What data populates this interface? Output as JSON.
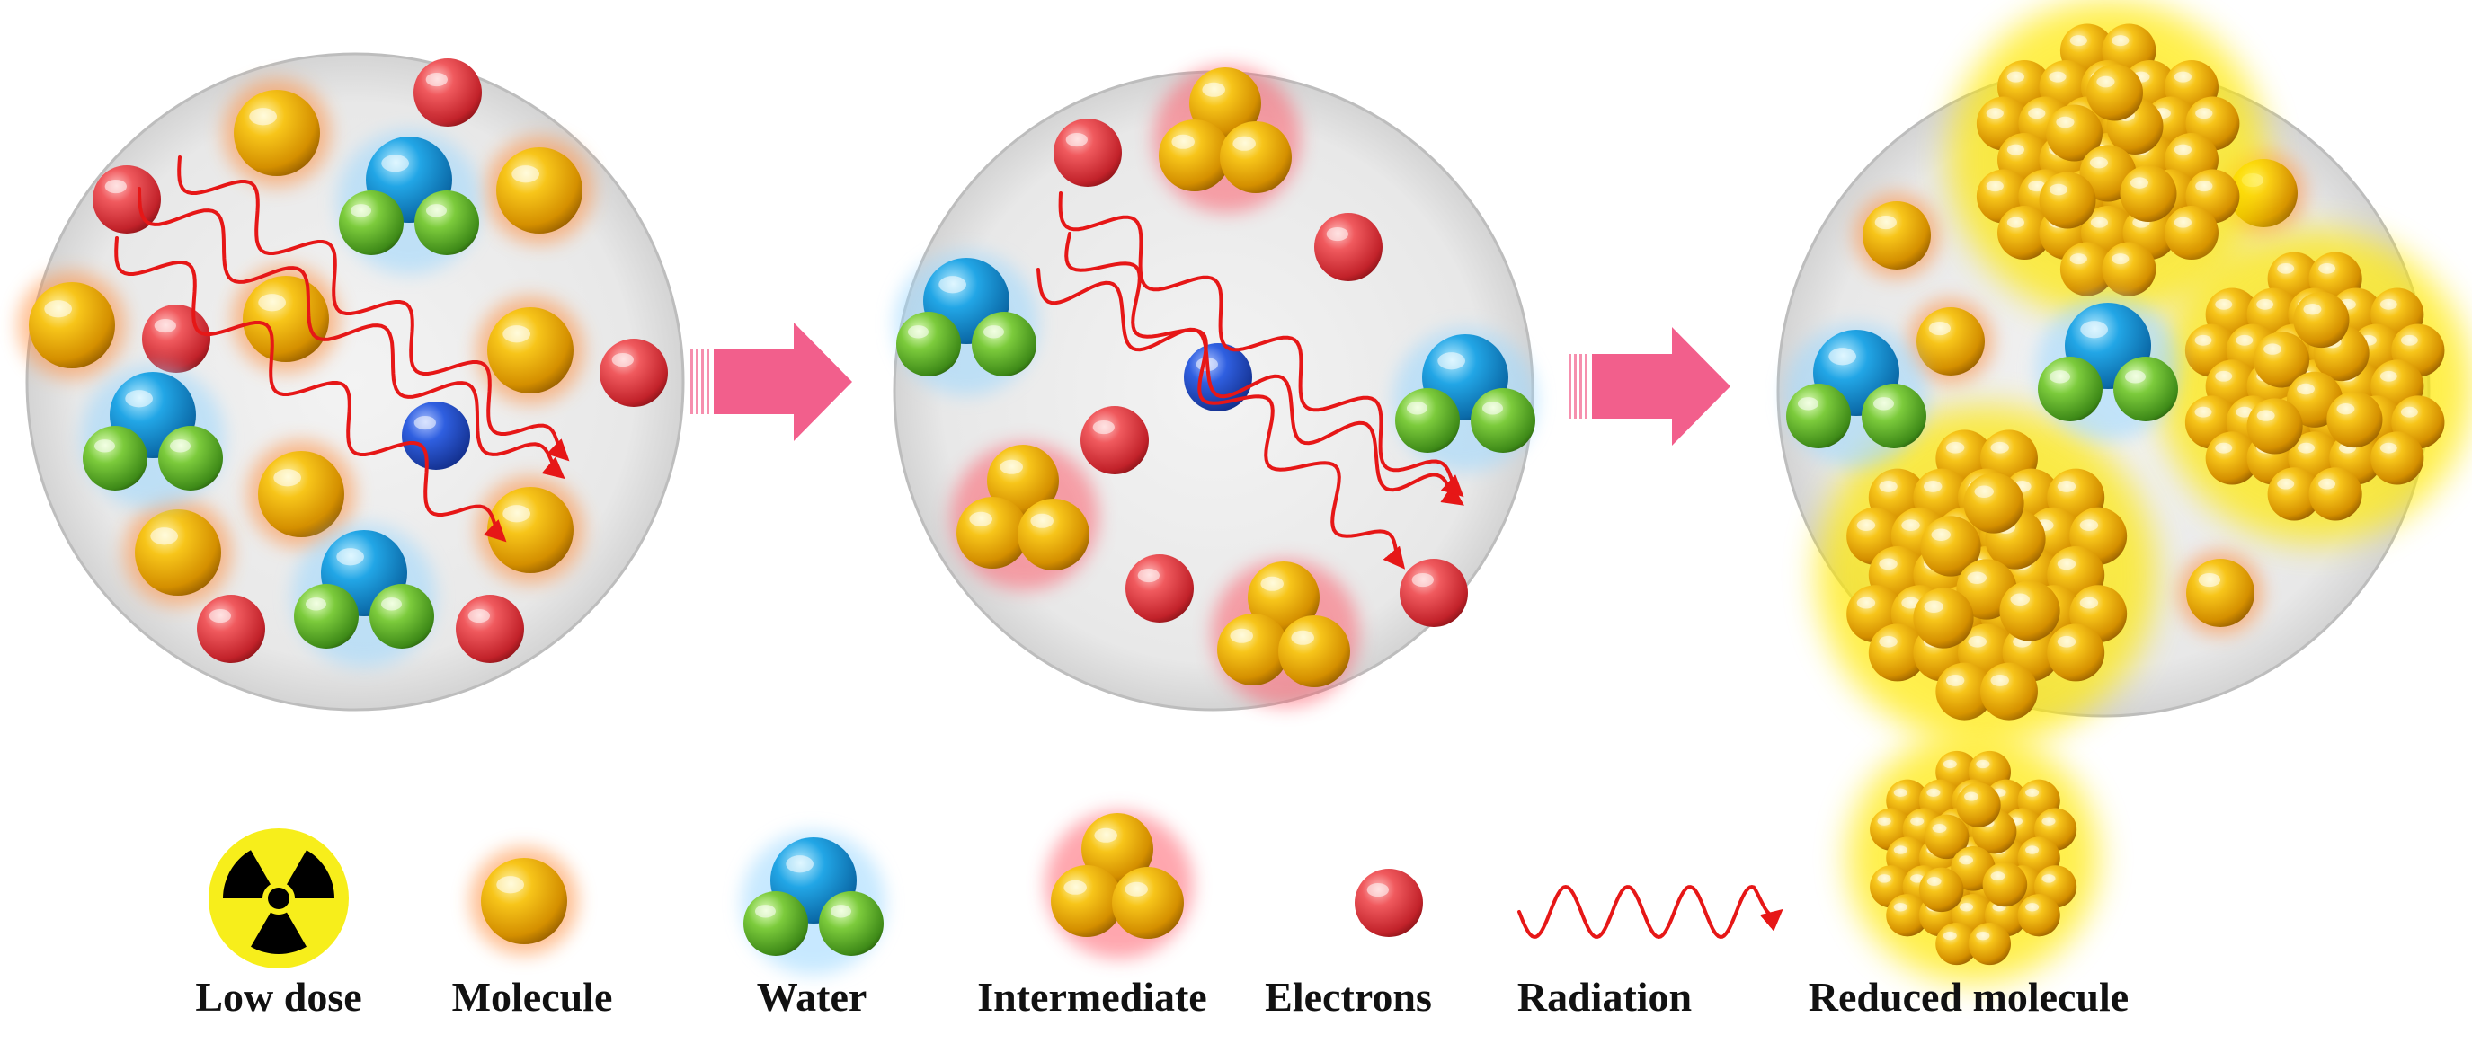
{
  "colors": {
    "background": "#ffffff",
    "panel_fill": "#ececec",
    "panel_stroke": "#bdbdbd",
    "molecule": "#f2b600",
    "molecule_glow": "#ff8c3a",
    "intermediate_glow": "#ff4f5e",
    "reduced_glow": "#ffe800",
    "electron": "#e63d42",
    "water_oxygen": "#1e9fe0",
    "water_hydrogen": "#6abe36",
    "water_glow": "#9ad7ff",
    "radiation": "#e61717",
    "blue_center": "#1f47c7",
    "arrow": "#f25f8c",
    "radiation_symbol_bg": "#f7ee1b",
    "radiation_symbol_fg": "#000000"
  },
  "panels": [
    {
      "name": "stage-1",
      "molecules": 8,
      "electrons": 6,
      "water": 3,
      "intermediates": 0,
      "reduced": 0
    },
    {
      "name": "stage-2",
      "molecules": 0,
      "electrons": 5,
      "water": 2,
      "intermediates": 3,
      "reduced": 0
    },
    {
      "name": "stage-3",
      "molecules": 4,
      "electrons": 0,
      "water": 2,
      "intermediates": 0,
      "reduced": 3
    }
  ],
  "legend": {
    "low_dose": {
      "label": "Low dose",
      "icon": "radiation-symbol-icon"
    },
    "molecule": {
      "label": "Molecule",
      "icon": "molecule-icon"
    },
    "water": {
      "label": "Water",
      "icon": "water-molecule-icon"
    },
    "intermediate": {
      "label": "Intermediate",
      "icon": "intermediate-cluster-icon"
    },
    "electrons": {
      "label": "Electrons",
      "icon": "electron-icon"
    },
    "radiation": {
      "label": "Radiation",
      "icon": "radiation-wave-icon"
    },
    "reduced_molecule": {
      "label": "Reduced molecule",
      "icon": "reduced-molecule-cluster-icon"
    }
  }
}
